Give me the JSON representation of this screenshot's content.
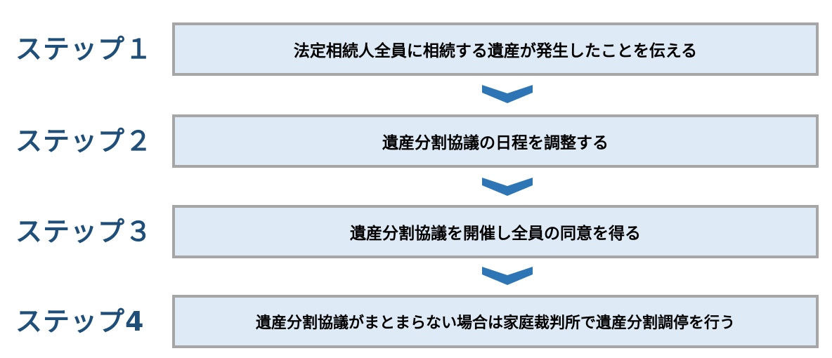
{
  "steps": [
    {
      "label": "ステップ１",
      "text": "法定相続人全員に相続する遺産が発生したことを伝える"
    },
    {
      "label": "ステップ２",
      "text": "遺産分割協議の日程を調整する"
    },
    {
      "label": "ステップ３",
      "text": "遺産分割協議を開催し全員の同意を得る"
    },
    {
      "label": "ステップ4",
      "text": "遺産分割協議がまとまらない場合は家庭裁判所で遺産分割調停を行う"
    }
  ],
  "colors": {
    "label": "#1f4e79",
    "box_fill": "#deebf7",
    "box_border": "#a6a6a6",
    "arrow": "#2e75b6"
  },
  "connector_icon": "chevron-down-icon"
}
